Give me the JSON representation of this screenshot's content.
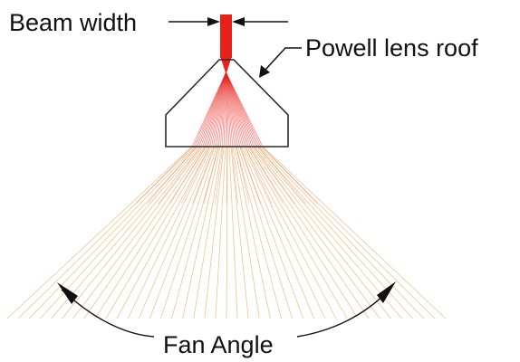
{
  "labels": {
    "beam_width": "Beam width",
    "powell_lens_roof": "Powell lens roof",
    "fan_angle": "Fan Angle"
  },
  "colors": {
    "beam": "#e8211c",
    "fan_ray": "#e8b26a",
    "lens_outline": "#2a2a2a",
    "annotation": "#111111"
  },
  "icons": [
    "arrowhead-icon"
  ]
}
